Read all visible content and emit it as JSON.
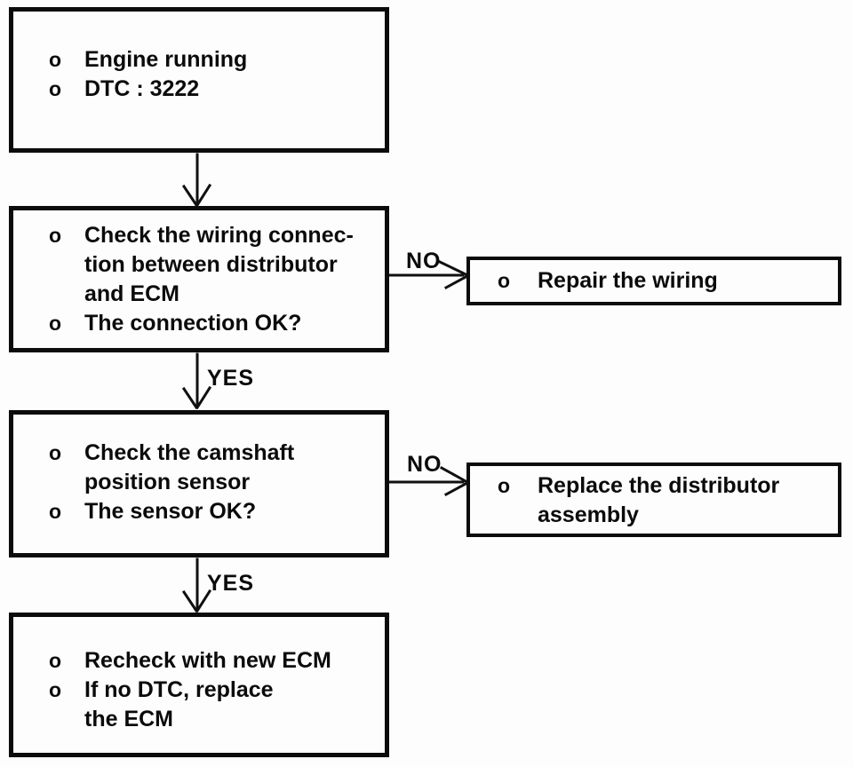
{
  "flowchart": {
    "bullet_char": "o",
    "edge_labels": {
      "no_1": "NO",
      "no_2": "NO",
      "yes_1": "YES",
      "yes_2": "YES"
    },
    "boxes": {
      "start": {
        "items": [
          {
            "lines": [
              "Engine running"
            ]
          },
          {
            "lines": [
              "DTC : 3222"
            ]
          }
        ]
      },
      "check_wiring": {
        "items": [
          {
            "lines": [
              "Check the wiring connec-",
              "tion between distributor",
              "and ECM"
            ]
          },
          {
            "lines": [
              "The connection OK?"
            ]
          }
        ]
      },
      "repair_wiring": {
        "items": [
          {
            "lines": [
              "Repair the wiring"
            ]
          }
        ]
      },
      "check_camshaft": {
        "items": [
          {
            "lines": [
              "Check the camshaft",
              "position sensor"
            ]
          },
          {
            "lines": [
              "The sensor OK?"
            ]
          }
        ]
      },
      "replace_distributor": {
        "items": [
          {
            "lines": [
              "Replace the distributor",
              "assembly"
            ]
          }
        ]
      },
      "recheck_ecm": {
        "items": [
          {
            "lines": [
              "Recheck with new ECM"
            ]
          },
          {
            "lines": [
              "If no DTC, replace",
              "the ECM"
            ]
          }
        ]
      }
    }
  }
}
